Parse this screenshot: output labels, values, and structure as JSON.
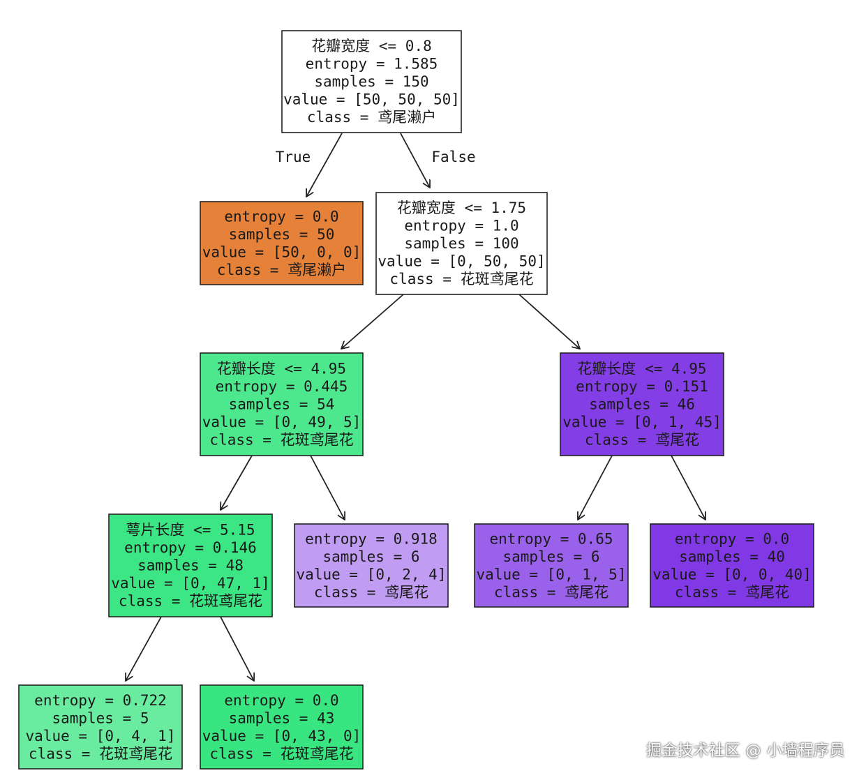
{
  "diagram": {
    "nodes": [
      {
        "id": "n0",
        "fill": "#ffffff",
        "lines": [
          "花瓣宽度 <= 0.8",
          "entropy = 1.585",
          "samples = 150",
          "value = [50, 50, 50]",
          "class = 鸢尾濑户"
        ]
      },
      {
        "id": "n1",
        "fill": "#e58139",
        "lines": [
          "entropy = 0.0",
          "samples = 50",
          "value = [50, 0, 0]",
          "class = 鸢尾濑户"
        ]
      },
      {
        "id": "n2",
        "fill": "#ffffff",
        "lines": [
          "花瓣宽度 <= 1.75",
          "entropy = 1.0",
          "samples = 100",
          "value = [0, 50, 50]",
          "class = 花斑鸢尾花"
        ]
      },
      {
        "id": "n3",
        "fill": "#4de88e",
        "lines": [
          "花瓣长度 <= 4.95",
          "entropy = 0.445",
          "samples = 54",
          "value = [0, 49, 5]",
          "class = 花斑鸢尾花"
        ]
      },
      {
        "id": "n4",
        "fill": "#843ee6",
        "lines": [
          "花瓣长度 <= 4.95",
          "entropy = 0.151",
          "samples = 46",
          "value = [0, 1, 45]",
          "class = 鸢尾花"
        ]
      },
      {
        "id": "n5",
        "fill": "#3de684",
        "lines": [
          "萼片长度 <= 5.15",
          "entropy = 0.146",
          "samples = 48",
          "value = [0, 47, 1]",
          "class = 花斑鸢尾花"
        ]
      },
      {
        "id": "n6",
        "fill": "#c09cf2",
        "lines": [
          "entropy = 0.918",
          "samples = 6",
          "value = [0, 2, 4]",
          "class = 鸢尾花"
        ]
      },
      {
        "id": "n7",
        "fill": "#9a61ea",
        "lines": [
          "entropy = 0.65",
          "samples = 6",
          "value = [0, 1, 5]",
          "class = 鸢尾花"
        ]
      },
      {
        "id": "n8",
        "fill": "#8139e5",
        "lines": [
          "entropy = 0.0",
          "samples = 40",
          "value = [0, 0, 40]",
          "class = 鸢尾花"
        ]
      },
      {
        "id": "n9",
        "fill": "#6aeca0",
        "lines": [
          "entropy = 0.722",
          "samples = 5",
          "value = [0, 4, 1]",
          "class = 花斑鸢尾花"
        ]
      },
      {
        "id": "n10",
        "fill": "#39e581",
        "lines": [
          "entropy = 0.0",
          "samples = 43",
          "value = [0, 43, 0]",
          "class = 花斑鸢尾花"
        ]
      }
    ],
    "edges": [
      {
        "from": "n0",
        "to": "n1",
        "label": "True"
      },
      {
        "from": "n0",
        "to": "n2",
        "label": "False"
      },
      {
        "from": "n2",
        "to": "n3",
        "label": ""
      },
      {
        "from": "n2",
        "to": "n4",
        "label": ""
      },
      {
        "from": "n3",
        "to": "n5",
        "label": ""
      },
      {
        "from": "n3",
        "to": "n6",
        "label": ""
      },
      {
        "from": "n4",
        "to": "n7",
        "label": ""
      },
      {
        "from": "n4",
        "to": "n8",
        "label": ""
      },
      {
        "from": "n5",
        "to": "n9",
        "label": ""
      },
      {
        "from": "n5",
        "to": "n10",
        "label": ""
      }
    ]
  },
  "watermark": "掘金技术社区 @ 小墙程序员"
}
